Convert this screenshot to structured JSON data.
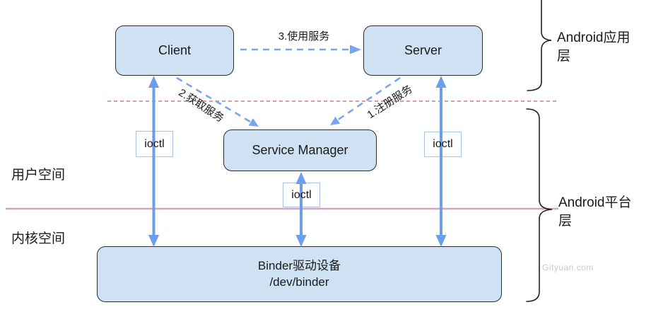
{
  "diagram": {
    "nodes": {
      "client": {
        "label": "Client"
      },
      "server": {
        "label": "Server"
      },
      "service_manager": {
        "label": "Service Manager"
      },
      "binder_driver": {
        "label_line1": "Binder驱动设备",
        "label_line2": "/dev/binder"
      }
    },
    "ioctl": {
      "left": "ioctl",
      "middle": "ioctl",
      "right": "ioctl"
    },
    "edges": {
      "use_service": "3.使用服务",
      "get_service": "2.获取服务",
      "register_service": "1.注册服务"
    },
    "regions": {
      "user_space": "用户空间",
      "kernel_space": "内核空间",
      "app_layer": "Android应用层",
      "platform_layer": "Android平台层"
    },
    "watermark": "Gityuan.com",
    "colors": {
      "node_fill": "#cfe2f3",
      "node_border": "#2d2d2d",
      "arrow_blue": "#6d9eeb",
      "dashed_arrow_blue": "#7aa5ea",
      "boundary_dashed_red": "#c87e7e",
      "user_kernel_divider_pink": "#cfa6b6",
      "ioctl_border": "#a6c3e3",
      "watermark_gray": "#c9c9c9"
    }
  }
}
